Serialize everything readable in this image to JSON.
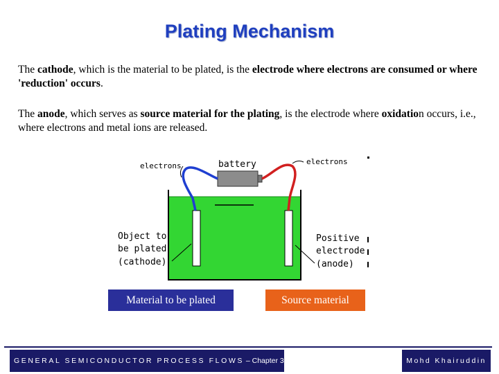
{
  "title": "Plating Mechanism",
  "para1": {
    "t1": "The ",
    "b1": "cathode",
    "t2": ", which is the material to be plated,  is the ",
    "b2": "electrode where electrons are consumed or where 'reduction' occurs",
    "t3": "."
  },
  "para2": {
    "t1": "The ",
    "b1": "anode",
    "t2": ", which serves as ",
    "b2": "source material for the plating",
    "t3": ", is the electrode where ",
    "b3": "oxidatio",
    "t4": "n occurs, i.e., where electrons and metal ions are released."
  },
  "figure": {
    "battery": "battery",
    "electrons_left": "electrons",
    "electrons_right": "electrons",
    "object_line1": "Object to",
    "object_line2": "be plated",
    "object_line3": "(cathode)",
    "positive_line1": "Positive",
    "positive_line2": "electrode",
    "positive_line3": "(anode)",
    "colors": {
      "solution": "#33d633",
      "wire_left": "#1f3fd1",
      "wire_right": "#d12020",
      "battery": "#8c8c8c"
    }
  },
  "labels": {
    "material": "Material to be plated",
    "source": "Source material"
  },
  "footer": {
    "course": "GENERAL SEMICONDUCTOR PROCESS FLOWS",
    "chapter": " – Chapter 3",
    "author": "Mohd Khairuddin"
  }
}
